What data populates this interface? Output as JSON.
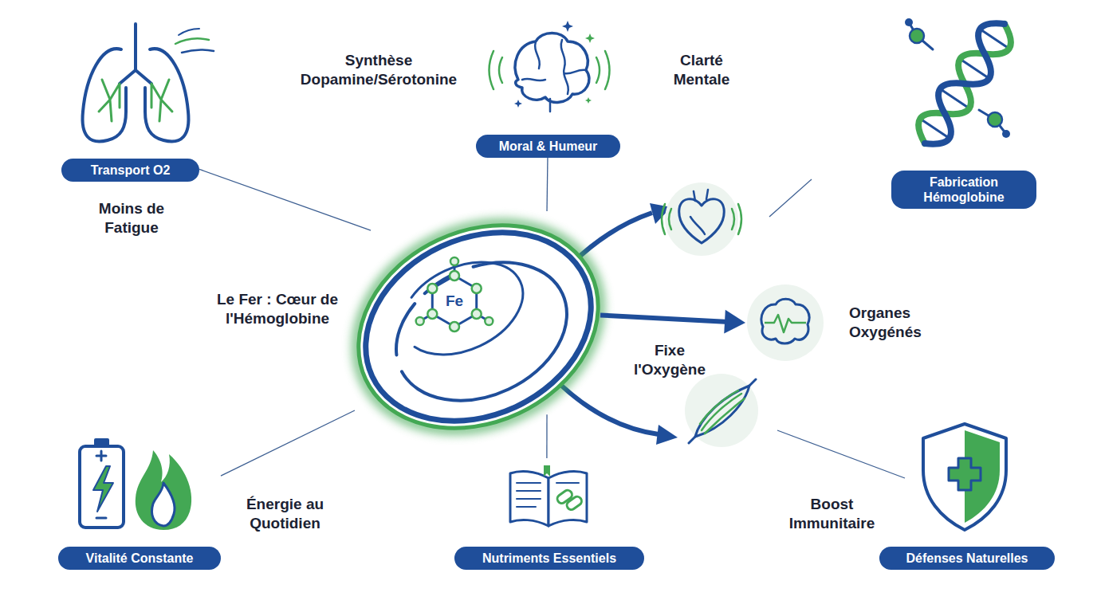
{
  "diagram": {
    "nodes": [
      {
        "text": [
          "Transport O2"
        ]
      },
      {
        "text": [
          "Moral & Humeur"
        ]
      },
      {
        "text": [
          "Fabrication Hémoglobine"
        ]
      },
      {
        "text": [
          "Fe"
        ]
      },
      {
        "text": [
          "Organes Oxygénés"
        ]
      },
      {
        "text": [
          "Vitalité Constante"
        ]
      },
      {
        "text": [
          "Nutriments Essentiels"
        ]
      },
      {
        "text": [
          "Défenses Naturelles"
        ]
      }
    ],
    "edges": [
      {
        "from": 3,
        "to": 4,
        "arrow": "to",
        "label": "Fixe l'Oxygène"
      },
      {
        "from": 0,
        "to": 3,
        "arrow": "none"
      },
      {
        "from": 1,
        "to": 3,
        "arrow": "none"
      },
      {
        "from": 5,
        "to": 3,
        "arrow": "none"
      },
      {
        "from": 6,
        "to": 3,
        "arrow": "none"
      }
    ],
    "labels": [
      "Moins de Fatigue",
      "Synthèse Dopamine/Sérotonine",
      "Clarté Mentale",
      "Le Fer : Cœur de l'Hémoglobine",
      "Énergie au Quotidien",
      "Boost Immunitaire"
    ]
  }
}
